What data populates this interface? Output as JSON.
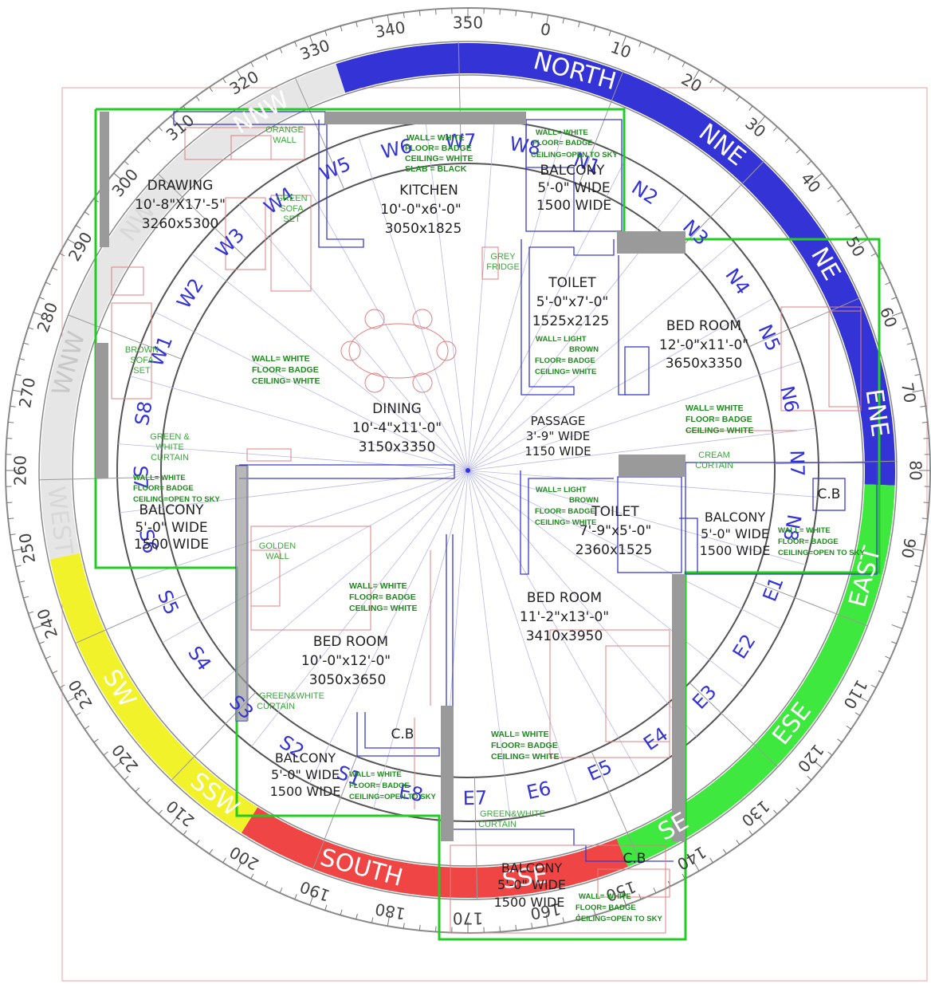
{
  "degree_labels": [
    "0",
    "10",
    "20",
    "30",
    "40",
    "50",
    "60",
    "70",
    "80",
    "90",
    "110",
    "120",
    "130",
    "140",
    "150",
    "160",
    "170",
    "180",
    "190",
    "200",
    "210",
    "220",
    "230",
    "240",
    "250",
    "260",
    "270",
    "280",
    "290",
    "300",
    "310",
    "320",
    "330",
    "340",
    "350"
  ],
  "directions": [
    {
      "label": "NORTH",
      "color": "#ffffff"
    },
    {
      "label": "NNE",
      "color": "#ffffff"
    },
    {
      "label": "NE",
      "color": "#ffffff"
    },
    {
      "label": "ENE",
      "color": "#ffffff"
    },
    {
      "label": "EAST",
      "color": "#ffffff"
    },
    {
      "label": "ESE",
      "color": "#ffffff"
    },
    {
      "label": "SE",
      "color": "#ffffff"
    },
    {
      "label": "SSE",
      "color": "#ffffff"
    },
    {
      "label": "SOUTH",
      "color": "#ffffff"
    },
    {
      "label": "SSW",
      "color": "#ffffff"
    },
    {
      "label": "SW",
      "color": "#ffffff"
    },
    {
      "label": "WEST",
      "color": "#d8d8d8"
    },
    {
      "label": "WNW",
      "color": "#c8c8c8"
    },
    {
      "label": "NW",
      "color": "#d8d8d8"
    },
    {
      "label": "NNW",
      "color": "#ffffff"
    }
  ],
  "zone_labels": [
    "N1",
    "N2",
    "N3",
    "N4",
    "N5",
    "N6",
    "N7",
    "N8",
    "E1",
    "E2",
    "E3",
    "E4",
    "E5",
    "E6",
    "E7",
    "E8",
    "S1",
    "S2",
    "S3",
    "S4",
    "S5",
    "S6",
    "S7",
    "S8",
    "W1",
    "W2",
    "W3",
    "W4",
    "W5",
    "W6",
    "W7",
    "W8"
  ],
  "colors": {
    "north_band": "#3434d6",
    "east_band": "#3ee83e",
    "south_band": "#f04545",
    "west_band": "#f2f22a",
    "plot_outline": "#22cc22",
    "zone_text": "#3434d6",
    "note_text": "#1f8a1f",
    "plan_lines": "#e08080"
  },
  "rooms": {
    "drawing": {
      "name": "DRAWING",
      "size": "10'-8\"X17'-5\"",
      "metric": "3260x5300"
    },
    "kitchen": {
      "name": "KITCHEN",
      "size": "10'-0\"x6'-0\"",
      "metric": "3050x1825"
    },
    "balcony_nw": {
      "name": "BALCONY",
      "size": "5'-0\" WIDE",
      "metric": "1500 WIDE"
    },
    "toilet_1": {
      "name": "TOILET",
      "size": "5'-0\"x7'-0\"",
      "metric": "1525x2125"
    },
    "bedroom_ne": {
      "name": "BED ROOM",
      "size": "12'-0\"x11'-0\"",
      "metric": "3650x3350"
    },
    "dining": {
      "name": "DINING",
      "size": "10'-4\"x11'-0\"",
      "metric": "3150x3350"
    },
    "passage": {
      "name": "PASSAGE",
      "size": "3'-9\" WIDE",
      "metric": "1150 WIDE"
    },
    "balcony_w": {
      "name": "BALCONY",
      "size": "5'-0\" WIDE",
      "metric": "1500 WIDE"
    },
    "toilet_2": {
      "name": "TOILET",
      "size": "7'-9\"x5'-0\"",
      "metric": "2360x1525"
    },
    "balcony_e": {
      "name": "BALCONY",
      "size": "5'-0\" WIDE",
      "metric": "1500 WIDE"
    },
    "bedroom_s": {
      "name": "BED ROOM",
      "size": "10'-0\"x12'-0\"",
      "metric": "3050x3650"
    },
    "bedroom_se": {
      "name": "BED ROOM",
      "size": "11'-2\"x13'-0\"",
      "metric": "3410x3950"
    },
    "balcony_s": {
      "name": "BALCONY",
      "size": "5'-0\" WIDE",
      "metric": "1500 WIDE"
    },
    "balcony_se": {
      "name": "BALCONY",
      "size": "5'-0\" WIDE",
      "metric": "1500 WIDE"
    }
  },
  "cb_labels": [
    "C.B",
    "C.B",
    "C.B"
  ],
  "furnishing_notes": {
    "orange_wall": [
      "ORANGE",
      "WALL"
    ],
    "green_sofa": [
      "GREEN",
      "SOFA",
      "SET"
    ],
    "brown_sofa": [
      "BROWN",
      "SOFA",
      "SET"
    ],
    "grey_fridge": [
      "GREY",
      "FRIDGE"
    ],
    "green_white_curtain_w": [
      "GREEN &",
      "WHITE",
      "CURTAIN"
    ],
    "cream_curtain": [
      "CREAM",
      "CURTAIN"
    ],
    "golden_wall": [
      "GOLDEN",
      "WALL"
    ],
    "green_white_curtain_s": [
      "GREEN&WHITE",
      "CURTAIN"
    ],
    "green_white_curtain_e": [
      "GREEN&WHITE",
      "CURTAIN"
    ]
  },
  "finish_notes": {
    "kitchen": [
      "WALL= WHITE",
      "FLOOR= BADGE",
      "CEILING= WHITE",
      "SLAB = BLACK"
    ],
    "balcony_nw": [
      "WALL= WHITE",
      "FLOOR= BADGE",
      "CEILING=OPEN TO SKY"
    ],
    "drawing": [
      "WALL= WHITE",
      "FLOOR= BADGE",
      "CEILING= WHITE"
    ],
    "toilet_1": [
      "WALL= LIGHT",
      "BROWN",
      "FLOOR= BADGE",
      "CEILING= WHITE"
    ],
    "bedroom_ne": [
      "WALL= WHITE",
      "FLOOR= BADGE",
      "CEILING= WHITE"
    ],
    "balcony_w": [
      "WALL= WHITE",
      "FLOOR= BADGE",
      "CEILING=OPEN TO SKY"
    ],
    "toilet_2": [
      "WALL= LIGHT",
      "BROWN",
      "FLOOR= BADGE",
      "CEILING= WHITE"
    ],
    "balcony_e": [
      "WALL= WHITE",
      "FLOOR= BADGE",
      "CEILING=OPEN TO SKY"
    ],
    "bedroom_s": [
      "WALL= WHITE",
      "FLOOR= BADGE",
      "CEILING= WHITE"
    ],
    "bedroom_se": [
      "WALL= WHITE",
      "FLOOR= BADGE",
      "CEILING= WHITE"
    ],
    "balcony_s": [
      "WALL= WHITE",
      "FLOOR= BADGE",
      "CEILING=OPEN TO SKY"
    ],
    "balcony_se": [
      "WALL= WHITE",
      "FLOOR= BADGE",
      "CEILING=OPEN TO SKY"
    ]
  }
}
